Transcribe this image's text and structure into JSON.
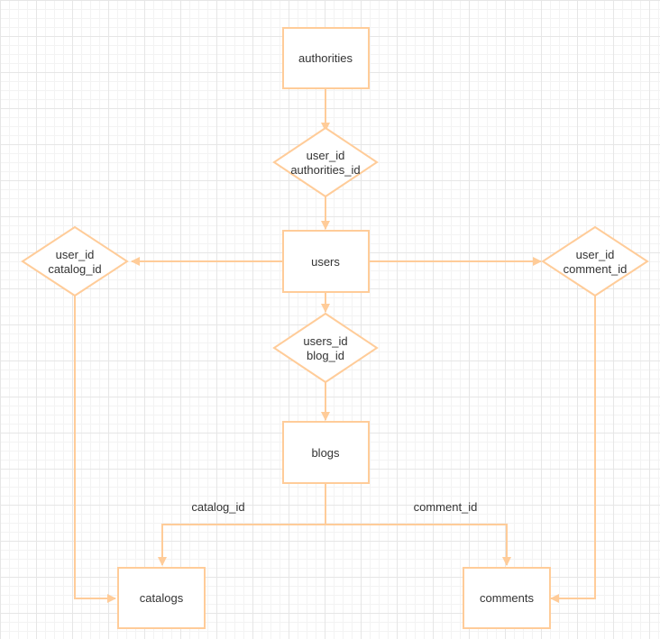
{
  "colors": {
    "stroke": "#ffcc99",
    "text": "#333333",
    "fill": "#ffffff"
  },
  "entities": {
    "authorities": "authorities",
    "users": "users",
    "blogs": "blogs",
    "catalogs": "catalogs",
    "comments": "comments"
  },
  "relations": {
    "user_authority": {
      "line1": "user_id",
      "line2": "authorities_id"
    },
    "user_catalog": {
      "line1": "user_id",
      "line2": "catalog_id"
    },
    "user_comment": {
      "line1": "user_id",
      "line2": "comment_id"
    },
    "user_blog": {
      "line1": "users_id",
      "line2": "blog_id"
    }
  },
  "edge_labels": {
    "catalog_id": "catalog_id",
    "comment_id": "comment_id"
  }
}
